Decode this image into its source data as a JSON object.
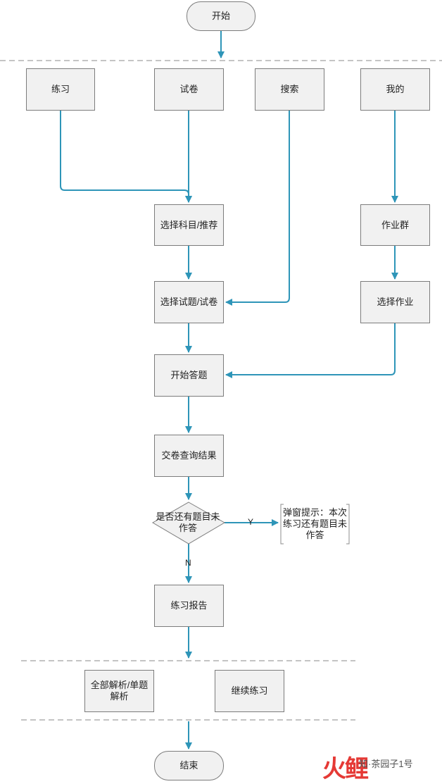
{
  "nodes": {
    "start": "开始",
    "practice": "练习",
    "exam_paper": "试卷",
    "search": "搜索",
    "mine": "我的",
    "select_subject": "选择科目/推荐",
    "homework_group": "作业群",
    "select_question": "选择试题/试卷",
    "select_homework": "选择作业",
    "start_answer": "开始答题",
    "submit_query": "交卷查询结果",
    "decision": "是否还有题目未作答",
    "popup": "弹窗提示：本次练习还有题目未作答",
    "report": "练习报告",
    "all_analysis": "全部解析/单题解析",
    "continue_practice": "继续练习",
    "end": "结束"
  },
  "labels": {
    "yes": "Y",
    "no": "N"
  },
  "watermark": {
    "logo": "火鲤",
    "text": "知·茶园子1号"
  },
  "colors": {
    "arrow": "#2e95b8",
    "node_fill": "#f1f1f1",
    "node_border": "#7c7c7c",
    "dash": "#888888"
  }
}
